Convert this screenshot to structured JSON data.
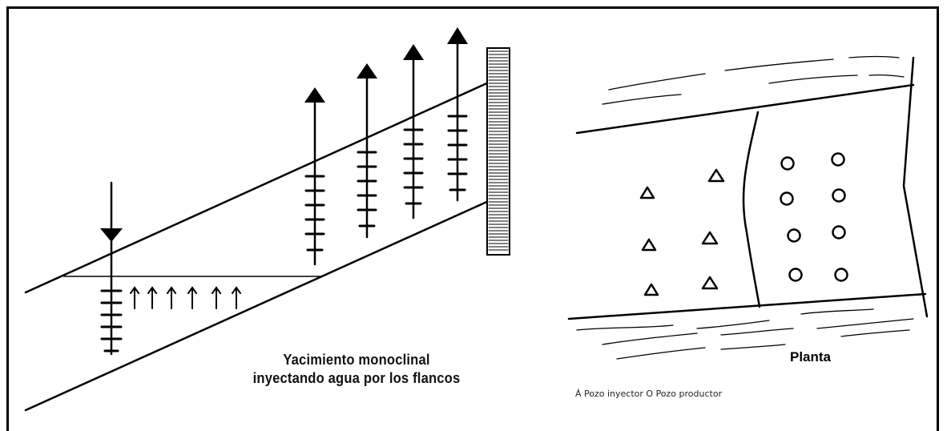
{
  "figure": {
    "left_caption_line1": "Yacimiento monoclinal",
    "left_caption_line2": "inyectando agua por los flancos",
    "right_title": "Planta",
    "legend": "Á Pozo inyector O Pozo productor"
  }
}
